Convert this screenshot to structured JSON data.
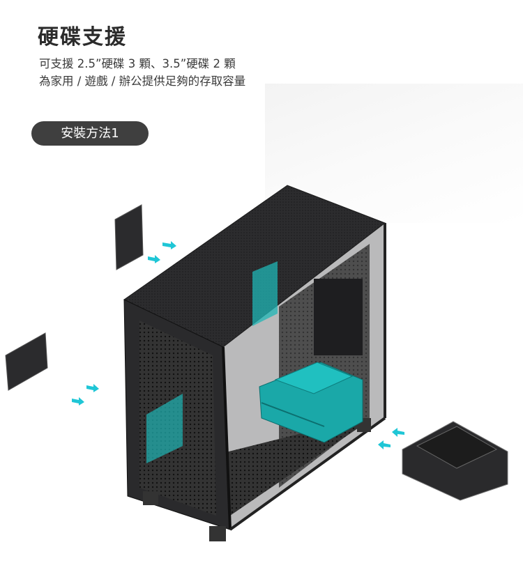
{
  "title": "硬碟支援",
  "description_line1": "可支援 2.5”硬碟 3 顆、3.5”硬碟 2 顆",
  "description_line2": "為家用 / 遊戲 / 辦公提供足夠的存取容量",
  "method_label": "安裝方法1",
  "colors": {
    "accent": "#1fb5b5",
    "case": "#2e2e30",
    "pill": "#3f3f3f"
  }
}
